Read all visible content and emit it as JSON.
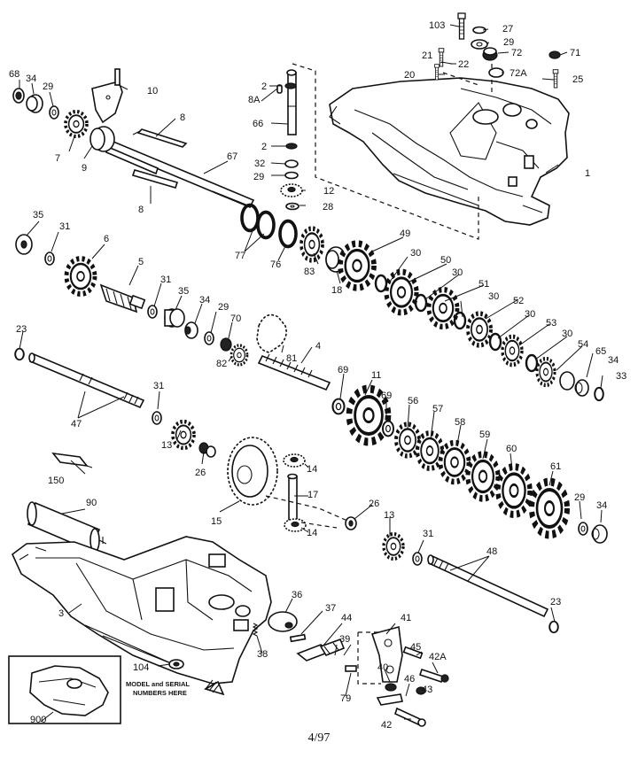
{
  "callouts": [
    {
      "id": "c103",
      "text": "103"
    },
    {
      "id": "c27",
      "text": "27"
    },
    {
      "id": "c29a",
      "text": "29"
    },
    {
      "id": "c21",
      "text": "21"
    },
    {
      "id": "c22",
      "text": "22"
    },
    {
      "id": "c72",
      "text": "72"
    },
    {
      "id": "c71",
      "text": "71"
    },
    {
      "id": "c20",
      "text": "20"
    },
    {
      "id": "c72A",
      "text": "72A"
    },
    {
      "id": "c25",
      "text": "25"
    },
    {
      "id": "c68",
      "text": "68"
    },
    {
      "id": "c34a",
      "text": "34"
    },
    {
      "id": "c29b",
      "text": "29"
    },
    {
      "id": "c10",
      "text": "10"
    },
    {
      "id": "c2a",
      "text": "2"
    },
    {
      "id": "c8A",
      "text": "8A"
    },
    {
      "id": "c8a",
      "text": "8"
    },
    {
      "id": "c66",
      "text": "66"
    },
    {
      "id": "c7",
      "text": "7"
    },
    {
      "id": "c9",
      "text": "9"
    },
    {
      "id": "c2b",
      "text": "2"
    },
    {
      "id": "c67",
      "text": "67"
    },
    {
      "id": "c32",
      "text": "32"
    },
    {
      "id": "c29c",
      "text": "29"
    },
    {
      "id": "c12",
      "text": "12"
    },
    {
      "id": "c8b",
      "text": "8"
    },
    {
      "id": "c28",
      "text": "28"
    },
    {
      "id": "c1",
      "text": "1"
    },
    {
      "id": "c35a",
      "text": "35"
    },
    {
      "id": "c31a",
      "text": "31"
    },
    {
      "id": "c6",
      "text": "6"
    },
    {
      "id": "c77",
      "text": "77"
    },
    {
      "id": "c76",
      "text": "76"
    },
    {
      "id": "c83",
      "text": "83"
    },
    {
      "id": "c18",
      "text": "18"
    },
    {
      "id": "c49",
      "text": "49"
    },
    {
      "id": "c5",
      "text": "5"
    },
    {
      "id": "c30a",
      "text": "30"
    },
    {
      "id": "c50",
      "text": "50"
    },
    {
      "id": "c30b",
      "text": "30"
    },
    {
      "id": "c51",
      "text": "51"
    },
    {
      "id": "c31b",
      "text": "31"
    },
    {
      "id": "c35b",
      "text": "35"
    },
    {
      "id": "c34b",
      "text": "34"
    },
    {
      "id": "c29d",
      "text": "29"
    },
    {
      "id": "c70",
      "text": "70"
    },
    {
      "id": "c30c",
      "text": "30"
    },
    {
      "id": "c52",
      "text": "52"
    },
    {
      "id": "c30d",
      "text": "30"
    },
    {
      "id": "c53",
      "text": "53"
    },
    {
      "id": "c23a",
      "text": "23"
    },
    {
      "id": "c82",
      "text": "82"
    },
    {
      "id": "c81",
      "text": "81"
    },
    {
      "id": "c4",
      "text": "4"
    },
    {
      "id": "c30e",
      "text": "30"
    },
    {
      "id": "c54",
      "text": "54"
    },
    {
      "id": "c65",
      "text": "65"
    },
    {
      "id": "c34c",
      "text": "34"
    },
    {
      "id": "c33",
      "text": "33"
    },
    {
      "id": "c69a",
      "text": "69"
    },
    {
      "id": "c11",
      "text": "11"
    },
    {
      "id": "c31c",
      "text": "31"
    },
    {
      "id": "c69b",
      "text": "69"
    },
    {
      "id": "c56",
      "text": "56"
    },
    {
      "id": "c57",
      "text": "57"
    },
    {
      "id": "c47",
      "text": "47"
    },
    {
      "id": "c58",
      "text": "58"
    },
    {
      "id": "c59",
      "text": "59"
    },
    {
      "id": "c60",
      "text": "60"
    },
    {
      "id": "c61",
      "text": "61"
    },
    {
      "id": "c13a",
      "text": "13"
    },
    {
      "id": "c26a",
      "text": "26"
    },
    {
      "id": "c14a",
      "text": "14"
    },
    {
      "id": "c150",
      "text": "150"
    },
    {
      "id": "c17",
      "text": "17"
    },
    {
      "id": "c90",
      "text": "90"
    },
    {
      "id": "c15",
      "text": "15"
    },
    {
      "id": "c26b",
      "text": "26"
    },
    {
      "id": "c14b",
      "text": "14"
    },
    {
      "id": "c13b",
      "text": "13"
    },
    {
      "id": "c31d",
      "text": "31"
    },
    {
      "id": "c29e",
      "text": "29"
    },
    {
      "id": "c34d",
      "text": "34"
    },
    {
      "id": "c48",
      "text": "48"
    },
    {
      "id": "c36",
      "text": "36"
    },
    {
      "id": "c3",
      "text": "3"
    },
    {
      "id": "c37",
      "text": "37"
    },
    {
      "id": "c44",
      "text": "44"
    },
    {
      "id": "c41",
      "text": "41"
    },
    {
      "id": "c23b",
      "text": "23"
    },
    {
      "id": "c39",
      "text": "39"
    },
    {
      "id": "c38",
      "text": "38"
    },
    {
      "id": "c45",
      "text": "45"
    },
    {
      "id": "c40",
      "text": "40"
    },
    {
      "id": "c42A",
      "text": "42A"
    },
    {
      "id": "c104",
      "text": "104"
    },
    {
      "id": "c79",
      "text": "79"
    },
    {
      "id": "c46",
      "text": "46"
    },
    {
      "id": "c43",
      "text": "43"
    },
    {
      "id": "c42",
      "text": "42"
    },
    {
      "id": "c900",
      "text": "900"
    }
  ],
  "note_line1": "MODEL and SERIAL",
  "note_line2": "NUMBERS HERE",
  "footer": "4/97"
}
